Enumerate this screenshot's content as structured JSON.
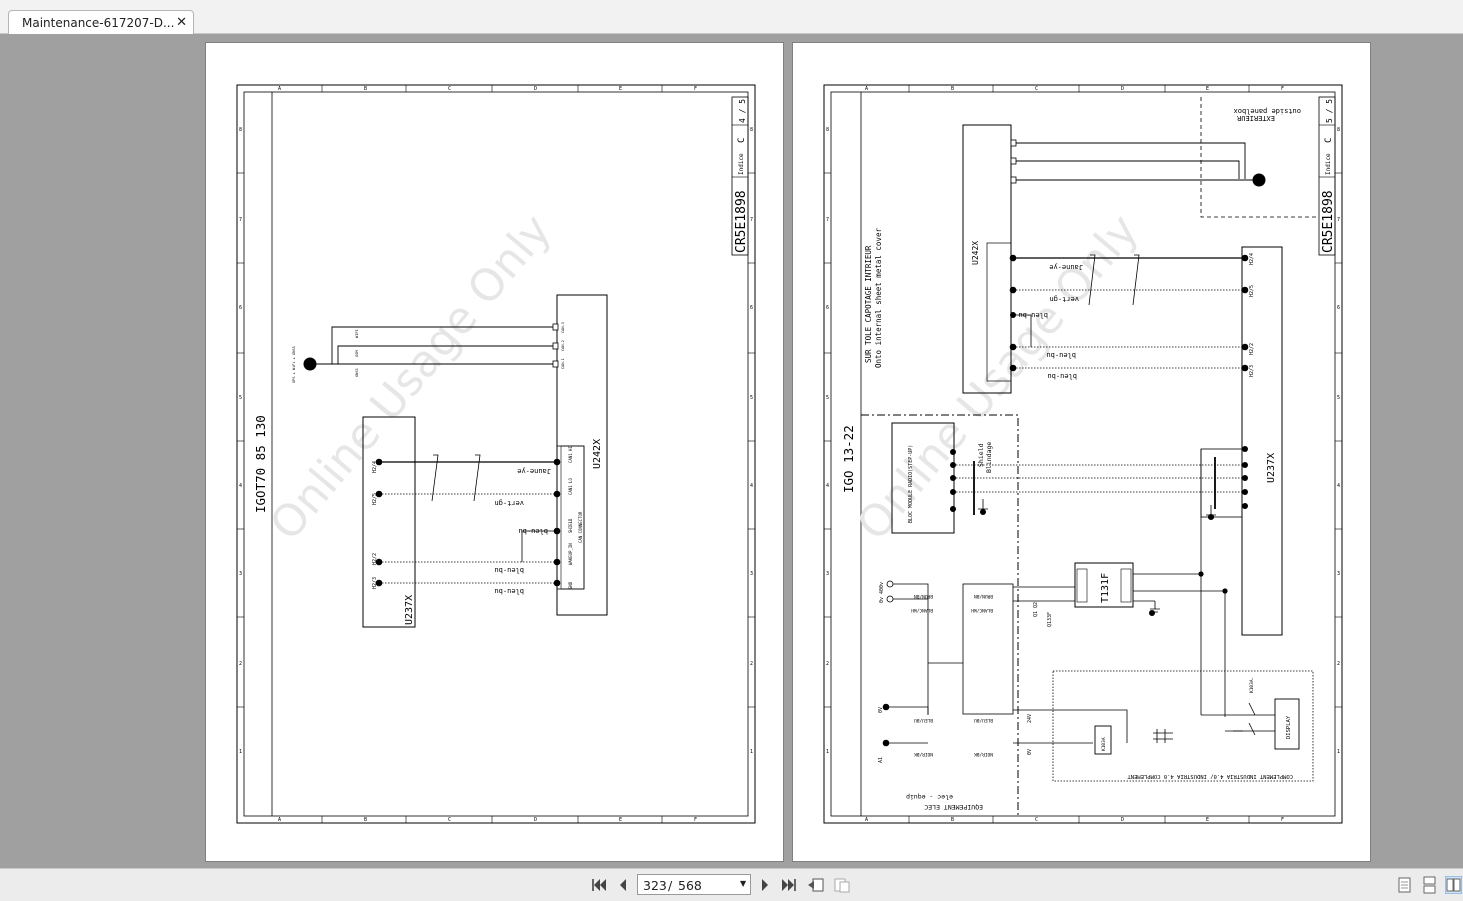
{
  "tab": {
    "title": "Maintenance-617207-D...",
    "close_icon": "close-icon"
  },
  "pager": {
    "current": "323",
    "separator": "/",
    "total": "568"
  },
  "watermark": "Online Usage Only",
  "left_page": {
    "title": "IGOT70  85  130",
    "doc_code": "CR5E1898",
    "indice_label": "Indice",
    "indice": "C",
    "sheet": "4 / 5",
    "connector_u237x": "U237X",
    "connector_u242x": "U242X",
    "pins_u237x": [
      "H2/4",
      "H2/5",
      "H2/2",
      "H2/3"
    ],
    "pins_u242x": [
      "CAN1 HI",
      "CAN1 LO",
      "SHIELD",
      "WAKEUP_IN",
      "GND"
    ],
    "u242x_sub": "CAN CONNECTOR",
    "wires": [
      "Jaune-ye",
      "vert-gn",
      "bleu-bu",
      "bleu-bu",
      "bleu-bu"
    ],
    "antenna_label": "GPS + WiFi + GNSS",
    "antenna_pins": [
      "CAN-1",
      "CAN-2",
      "CAN-3"
    ],
    "antenna_wires": [
      "WIFI",
      "GSM",
      "GNSS"
    ],
    "cols": [
      "A",
      "B",
      "C",
      "D",
      "E",
      "F"
    ],
    "rows": [
      "8",
      "7",
      "6",
      "5",
      "4",
      "3",
      "2",
      "1"
    ]
  },
  "right_page": {
    "title": "IGO 13-22",
    "subtitle_fr": "SUR TOLE CAPOTAGE INTRIEUR",
    "subtitle_en": "Onto internal sheet metal cover",
    "doc_code": "CR5E1898",
    "indice_label": "Indice",
    "indice": "C",
    "sheet": "5 / 5",
    "exterior_fr": "EXTERIEUR",
    "exterior_en": "outside panelbox",
    "connector_u242x": "U242X",
    "connector_u237x": "U237X",
    "pins_u237x": [
      "H2/4",
      "H2/5",
      "H2/2",
      "H2/3"
    ],
    "wires": [
      "Jaune-ye",
      "vert-gn",
      "bleu-bu",
      "bleu-bu",
      "bleu-bu"
    ],
    "bloc_module": "BLOC MODULE RADIO(STEP-UP)",
    "shield": "Shield",
    "blindage": "Blindage",
    "transformer": "T131F",
    "fuses": [
      "Q1 Q2",
      "Q133F"
    ],
    "supply": "0v 400v",
    "wire_colors": [
      "BRUN/BN",
      "BLANC/WH",
      "BLEU/BU",
      "NOIR/BK"
    ],
    "relay": "K103A",
    "relay_ref": "K103A.",
    "display": "DISPLAY",
    "complement": "COMPLEMENT INDUSTRIA 4.0/ INDUSTRIA 4.0 COMPLEMENT",
    "equipment_fr": "EQUIPEMENT ELEC",
    "equipment_en": "elec - equip",
    "terminal_labels": [
      "A1",
      "0V",
      "24V",
      "0V"
    ],
    "cols": [
      "A",
      "B",
      "C",
      "D",
      "E",
      "F"
    ],
    "rows": [
      "8",
      "7",
      "6",
      "5",
      "4",
      "3",
      "2",
      "1"
    ]
  }
}
